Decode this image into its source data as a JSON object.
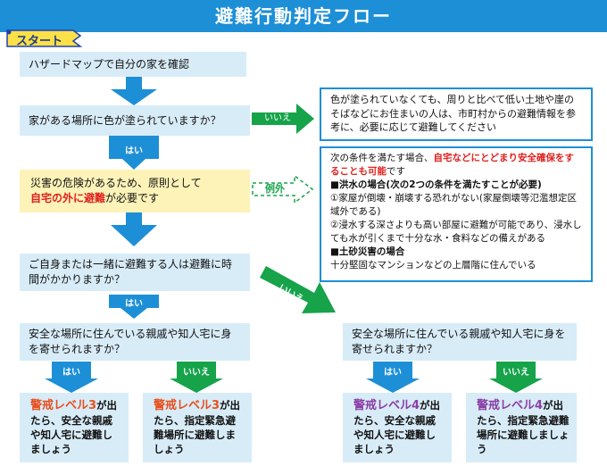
{
  "title": "避難行動判定フロー",
  "start_label": "スタート",
  "step1": "ハザードマップで自分の家を確認",
  "step2": "家がある場所に色が塗られていますか？",
  "no_label": "いいえ",
  "yes_label": "はい",
  "exception_label": "例外",
  "no_color_box": "色が塗られていなくても、周りと比べて低い土地や崖のそばなどにお住まいの人は、市町村からの避難情報を参考に、必要に応じて避難してください",
  "danger_box": {
    "line1": "災害の危険があるため、原則として",
    "line2_red": "自宅の外に避難",
    "line2_rest": "が必要です"
  },
  "exception_box": {
    "intro_1": "次の条件を満たす場合、",
    "intro_red": "自宅などにとどまり安全確保をすることも可能",
    "intro_2": "です",
    "flood_heading": "■洪水の場合(次の2つの条件を満たすことが必要)",
    "flood_1": "①家屋が倒壊・崩壊する恐れがない(家屋倒壊等氾濫想定区域外である)",
    "flood_2": "②浸水する深さよりも高い部屋に避難が可能であり、浸水しても水が引くまで十分な水・食料などの備えがある",
    "landslide_heading": "■土砂災害の場合",
    "landslide_1": "十分堅固なマンションなどの上層階に住んでいる"
  },
  "question_time": "ご自身または一緒に避難する人は避難に時間がかかりますか？",
  "question_relatives": "安全な場所に住んでいる親戚や知人宅に身を寄せられますか？",
  "results": [
    {
      "level": "警戒レベル3",
      "text": "が出たら、安全な親戚や知人宅に避難しましょう",
      "color": "#e8501d"
    },
    {
      "level": "警戒レベル3",
      "text": "が出たら、指定緊急避難場所に避難しましょう",
      "color": "#e8501d"
    },
    {
      "level": "警戒レベル4",
      "text": "が出たら、安全な親戚や知人宅に避難しましょう",
      "color": "#8a3fa6"
    },
    {
      "level": "警戒レベル4",
      "text": "が出たら、指定緊急避難場所に避難しましょう",
      "color": "#8a3fa6"
    }
  ],
  "colors": {
    "blue": "#1d8fd6",
    "green": "#16a34a",
    "light_blue": "#d8ecf8",
    "yellow": "#fdf3b8",
    "red": "#e0201e"
  }
}
